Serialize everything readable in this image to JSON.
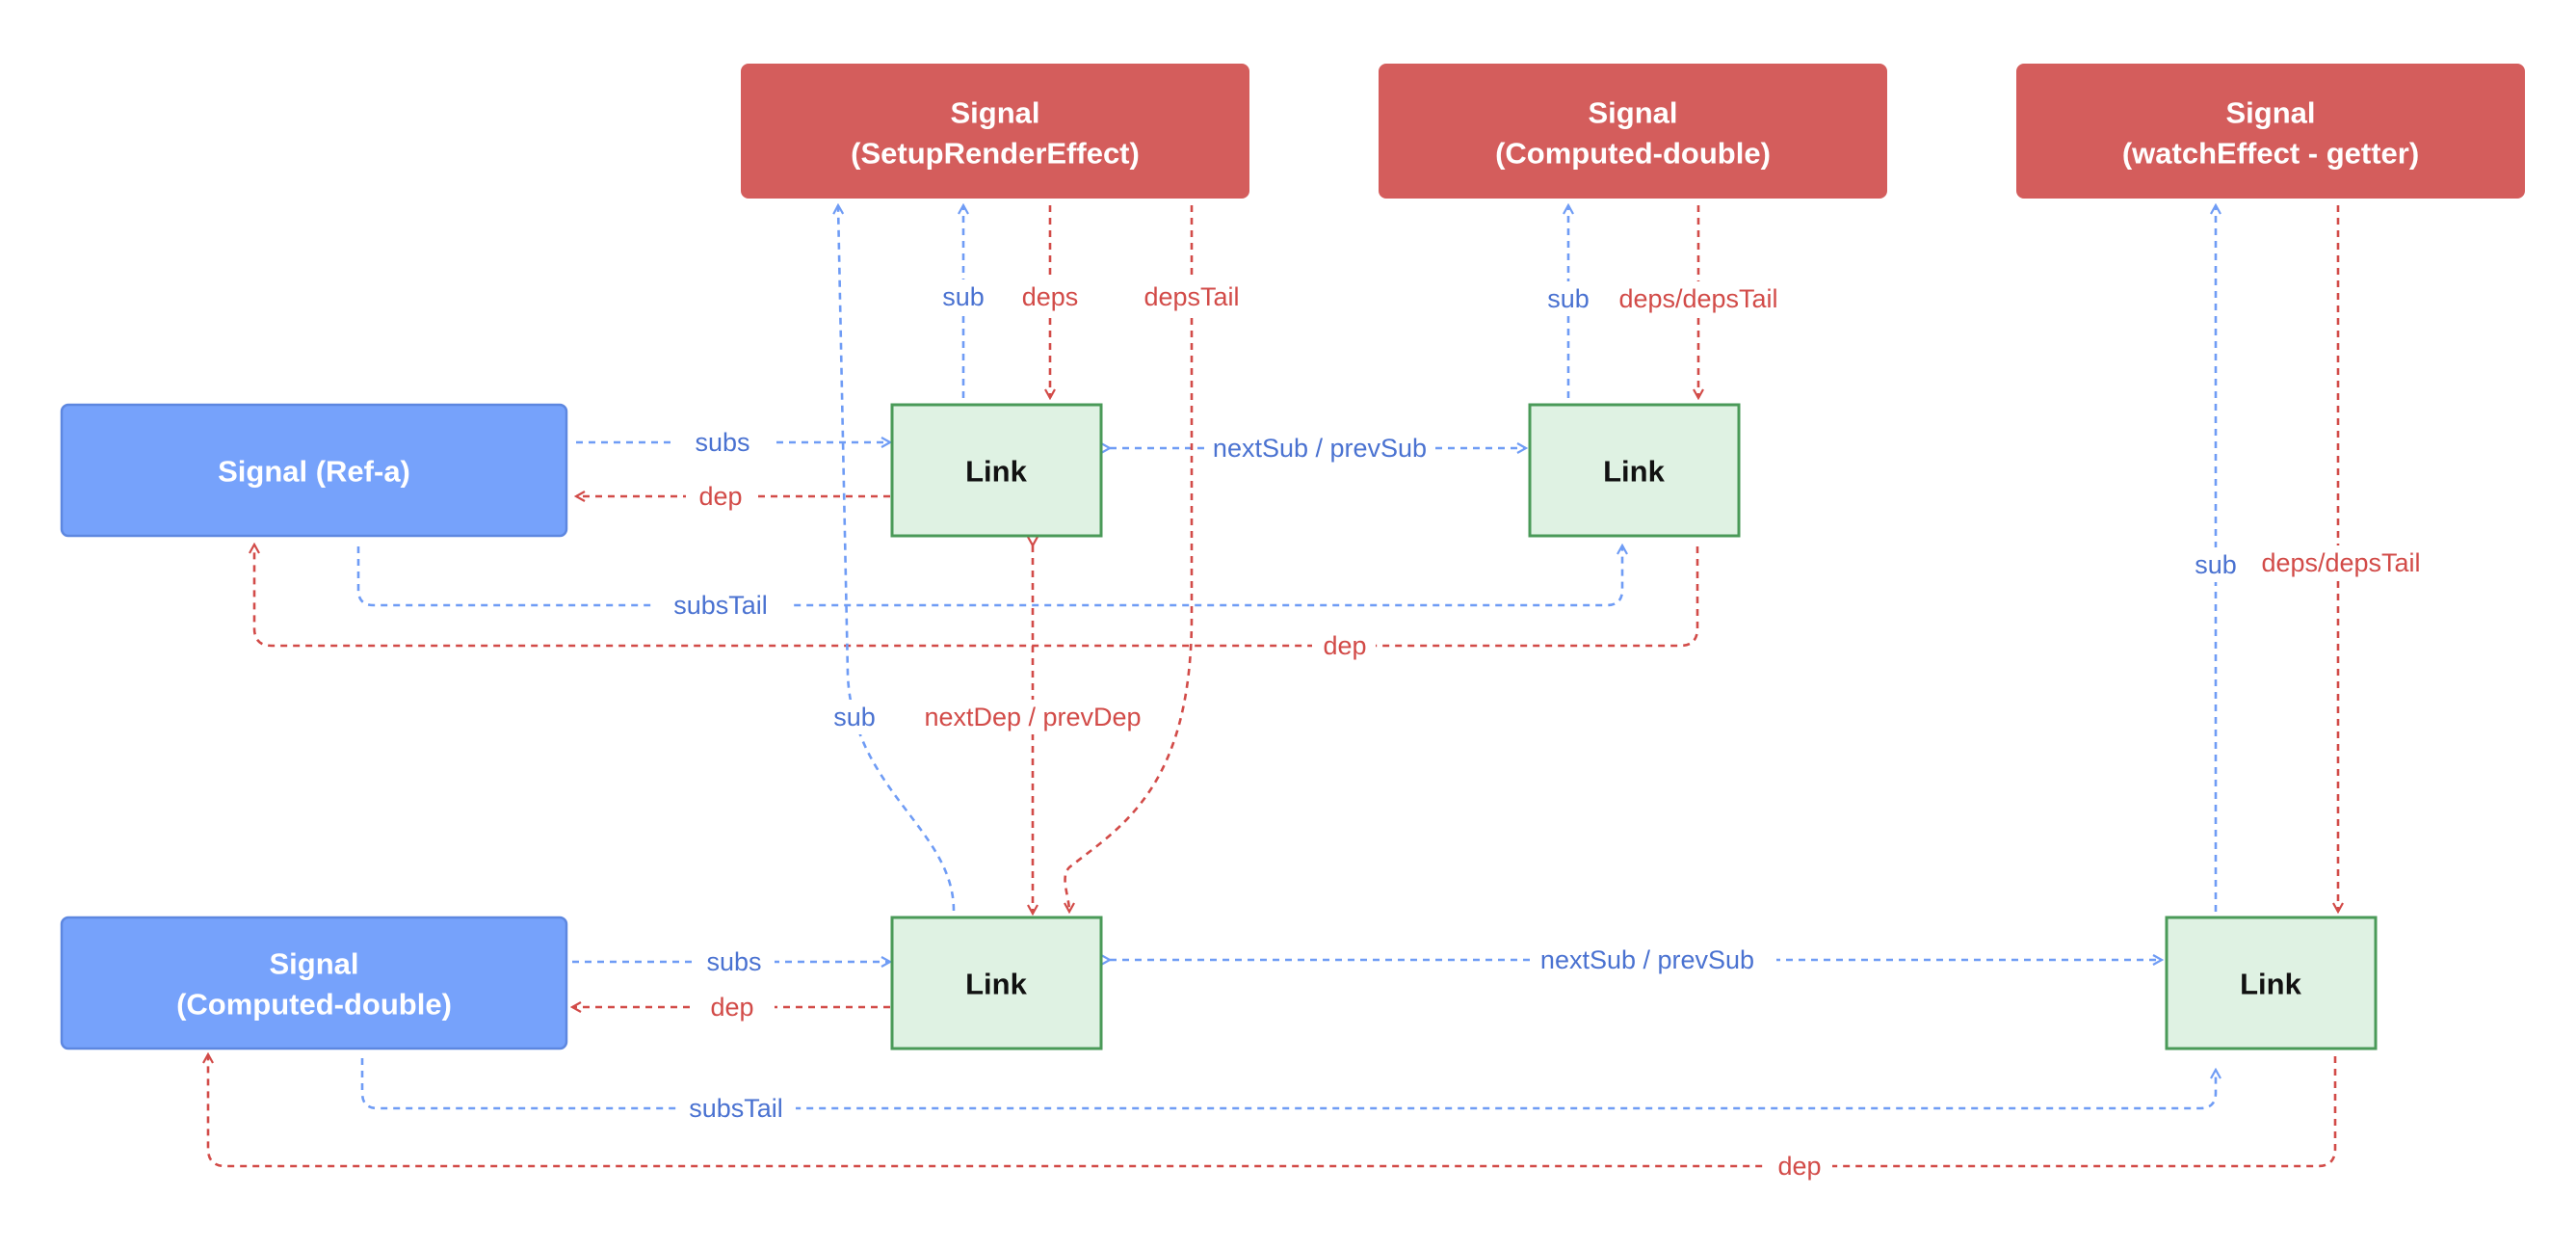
{
  "colors": {
    "red_fill": "#d45d5c",
    "red_stroke": "#d45d5c",
    "blue_fill": "#76a2fb",
    "blue_stroke": "#5d87e0",
    "green_fill": "#dff2e3",
    "green_stroke": "#4a9a58",
    "blue_line": "#6f9cf5",
    "red_line": "#d24b48",
    "blue_text": "#4a72d1",
    "red_text": "#d24b48"
  },
  "nodes": {
    "signal_setup_render": {
      "line1": "Signal",
      "line2": "(SetupRenderEffect)"
    },
    "signal_computed_double_top": {
      "line1": "Signal",
      "line2": "(Computed-double)"
    },
    "signal_watch_effect": {
      "line1": "Signal",
      "line2": "(watchEffect - getter)"
    },
    "signal_ref_a": {
      "line1": "Signal (Ref-a)"
    },
    "signal_computed_double_bottom": {
      "line1": "Signal",
      "line2": "(Computed-double)"
    },
    "link_top_left": {
      "label": "Link"
    },
    "link_top_right": {
      "label": "Link"
    },
    "link_bottom_left": {
      "label": "Link"
    },
    "link_bottom_right": {
      "label": "Link"
    }
  },
  "edges": {
    "subs_top": "subs",
    "dep_top": "dep",
    "subs_tail_top": "subsTail",
    "dep_top_long": "dep",
    "sub_setup": "sub",
    "deps_setup": "deps",
    "deps_tail_setup": "depsTail",
    "sub_computed_top": "sub",
    "deps_computed_top": "deps/depsTail",
    "next_sub_top": "nextSub / prevSub",
    "sub_setup_long": "sub",
    "next_dep": "nextDep / prevDep",
    "sub_watch": "sub",
    "deps_watch": "deps/depsTail",
    "subs_bottom": "subs",
    "dep_bottom": "dep",
    "next_sub_bottom": "nextSub / prevSub",
    "subs_tail_bottom": "subsTail",
    "dep_bottom_long": "dep"
  }
}
